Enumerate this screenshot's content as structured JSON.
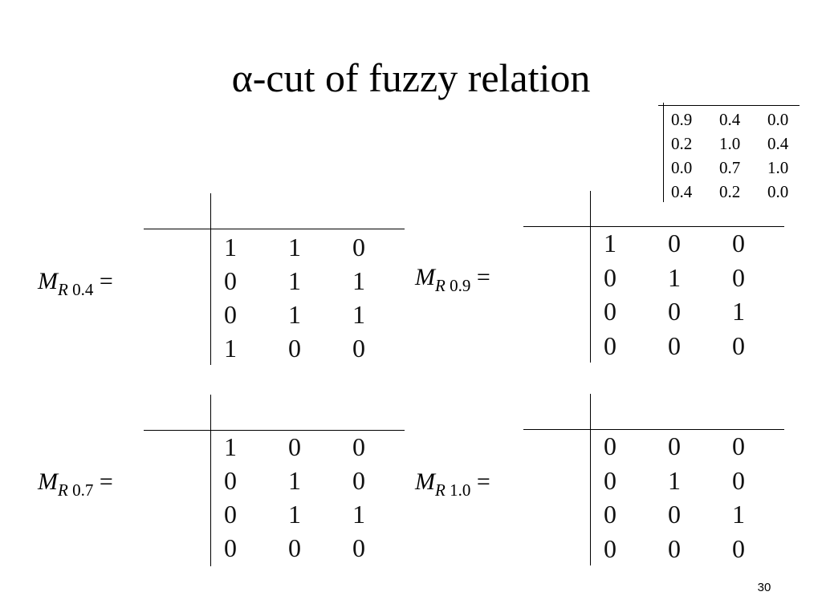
{
  "slide": {
    "title": "α-cut of fuzzy relation",
    "page_number": "30"
  },
  "fuzzy_relation": {
    "rows": [
      [
        "0.9",
        "0.4",
        "0.0"
      ],
      [
        "0.2",
        "1.0",
        "0.4"
      ],
      [
        "0.0",
        "0.7",
        "1.0"
      ],
      [
        "0.4",
        "0.2",
        "0.0"
      ]
    ]
  },
  "matrices": [
    {
      "label_letter": "M",
      "label_sub_letter": "R",
      "alpha": "0.4",
      "equals": "=",
      "rows": [
        [
          "1",
          "1",
          "0"
        ],
        [
          "0",
          "1",
          "1"
        ],
        [
          "0",
          "1",
          "1"
        ],
        [
          "1",
          "0",
          "0"
        ]
      ]
    },
    {
      "label_letter": "M",
      "label_sub_letter": "R",
      "alpha": "0.9",
      "equals": "=",
      "rows": [
        [
          "1",
          "0",
          "0"
        ],
        [
          "0",
          "1",
          "0"
        ],
        [
          "0",
          "0",
          "1"
        ],
        [
          "0",
          "0",
          "0"
        ]
      ]
    },
    {
      "label_letter": "M",
      "label_sub_letter": "R",
      "alpha": "0.7",
      "equals": "=",
      "rows": [
        [
          "1",
          "0",
          "0"
        ],
        [
          "0",
          "1",
          "0"
        ],
        [
          "0",
          "1",
          "1"
        ],
        [
          "0",
          "0",
          "0"
        ]
      ]
    },
    {
      "label_letter": "M",
      "label_sub_letter": "R",
      "alpha": "1.0",
      "equals": "=",
      "rows": [
        [
          "0",
          "0",
          "0"
        ],
        [
          "0",
          "1",
          "0"
        ],
        [
          "0",
          "0",
          "1"
        ],
        [
          "0",
          "0",
          "0"
        ]
      ]
    }
  ]
}
